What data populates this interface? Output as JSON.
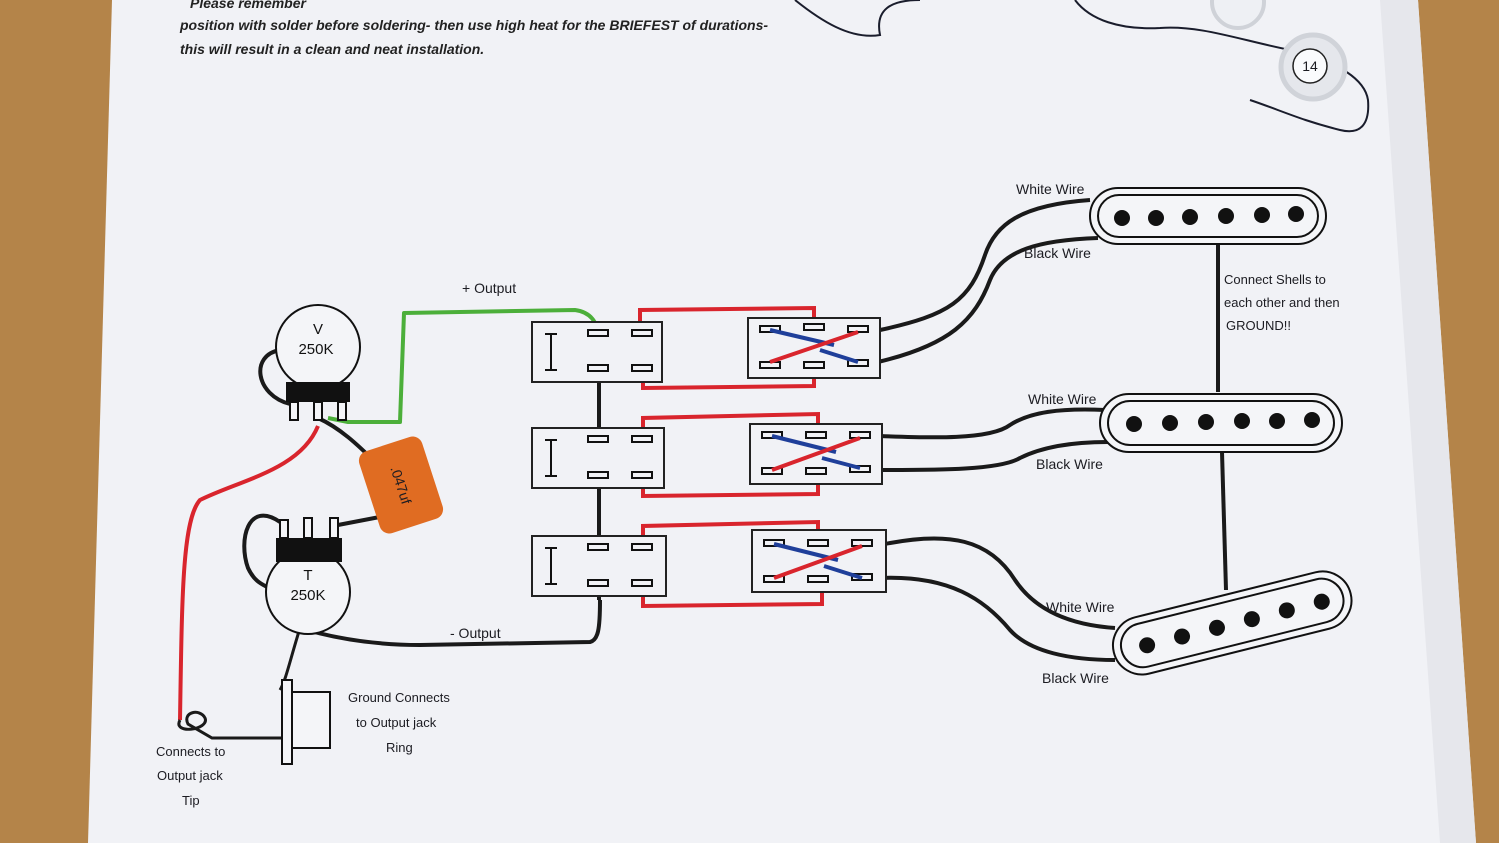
{
  "header": {
    "line1": "Please remember",
    "line2": "position with solder before soldering- then use high heat for the BRIEFEST of durations-",
    "line3": "this will result in a clean and neat installation."
  },
  "pickguard_badge": "14",
  "volume_pot": {
    "letter": "V",
    "value": "250K"
  },
  "tone_pot": {
    "letter": "T",
    "value": "250K"
  },
  "capacitor": ".047uf",
  "wires": {
    "plus_output": "+ Output",
    "minus_output": "- Output",
    "white": "White Wire",
    "black": "Black Wire"
  },
  "notes": {
    "shells": [
      "Connect Shells to",
      "each other and then",
      "GROUND!!"
    ],
    "ground": [
      "Ground Connects",
      "to Output jack",
      "Ring"
    ],
    "tip": [
      "Connects to",
      "Output jack",
      "Tip"
    ]
  },
  "colors": {
    "paper": "#f2f3f7",
    "red_wire": "#d9252d",
    "green_wire": "#4caf3a",
    "blue_wire": "#1f3f9a",
    "black_wire": "#1a1a1a",
    "capacitor": "#e06c22"
  }
}
